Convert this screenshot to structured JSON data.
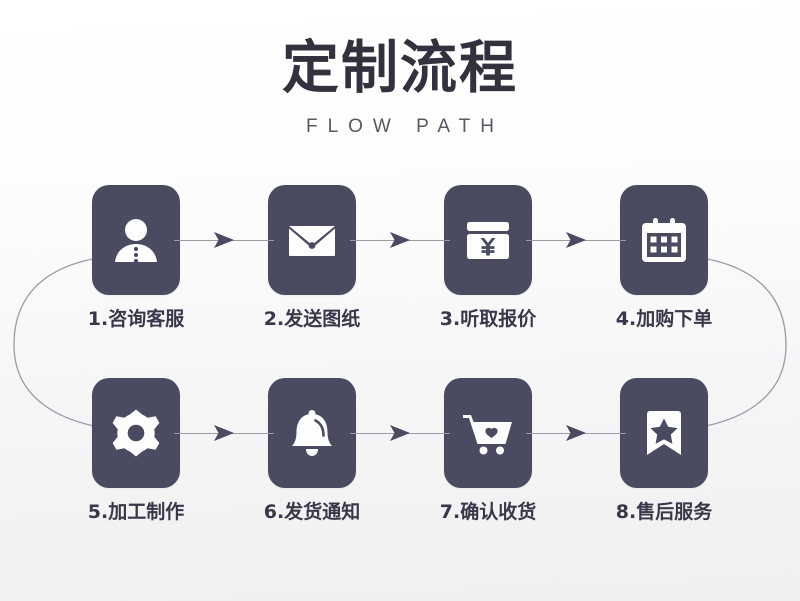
{
  "header": {
    "title": "定制流程",
    "subtitle": "FLOW PATH"
  },
  "theme": {
    "box_color": "#4a4a61",
    "icon_color": "#fdfdfd",
    "label_color": "#38384a",
    "title_color": "#32323f",
    "subtitle_color": "#585864",
    "connector_color": "#9a9aa6",
    "background_top": "#ffffff",
    "background_bottom": "#f0f0f1"
  },
  "flow": {
    "row1": [
      {
        "number": "1",
        "label": "1.咨询客服",
        "icon": "person-icon"
      },
      {
        "number": "2",
        "label": "2.发送图纸",
        "icon": "envelope-icon"
      },
      {
        "number": "3",
        "label": "3.听取报价",
        "icon": "yen-card-icon"
      },
      {
        "number": "4",
        "label": "4.加购下单",
        "icon": "calendar-icon"
      }
    ],
    "row2": [
      {
        "number": "5",
        "label": "5.加工制作",
        "icon": "gear-icon"
      },
      {
        "number": "6",
        "label": "6.发货通知",
        "icon": "bell-icon"
      },
      {
        "number": "7",
        "label": "7.确认收货",
        "icon": "cart-heart-icon"
      },
      {
        "number": "8",
        "label": "8.售后服务",
        "icon": "bookmark-star-icon"
      }
    ],
    "arrow_glyph": "▶"
  }
}
